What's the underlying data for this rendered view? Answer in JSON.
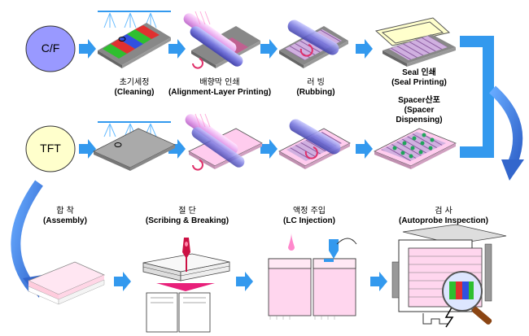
{
  "lines": {
    "cf": "C/F",
    "tft": "TFT"
  },
  "steps": {
    "cleaning": {
      "ko": "초기세정",
      "en": "(Cleaning)"
    },
    "alignment": {
      "ko": "배향막 인쇄",
      "en": "(Alignment-Layer Printing)"
    },
    "rubbing": {
      "ko": "러 빙",
      "en": "(Rubbing)"
    },
    "seal": {
      "ko": "Seal 인쇄",
      "en": "(Seal Printing)"
    },
    "spacer": {
      "ko": "Spacer산포",
      "en1": "(Spacer",
      "en2": "Dispensing)"
    },
    "assembly": {
      "ko": "합 착",
      "en": "(Assembly)"
    },
    "scribing": {
      "ko": "절 단",
      "en": "(Scribing & Breaking)"
    },
    "lc": {
      "ko": "액정 주입",
      "en": "(LC Injection)"
    },
    "inspection": {
      "ko": "검 사",
      "en": "(Autoprobe Inspection)"
    }
  },
  "colors": {
    "arrow": "#3399ee",
    "cf_fill": "#9999ff",
    "tft_fill": "#ffffcc",
    "substrate": "#c0c0c0",
    "pink": "#ffccee",
    "purple": "#8888ee"
  }
}
